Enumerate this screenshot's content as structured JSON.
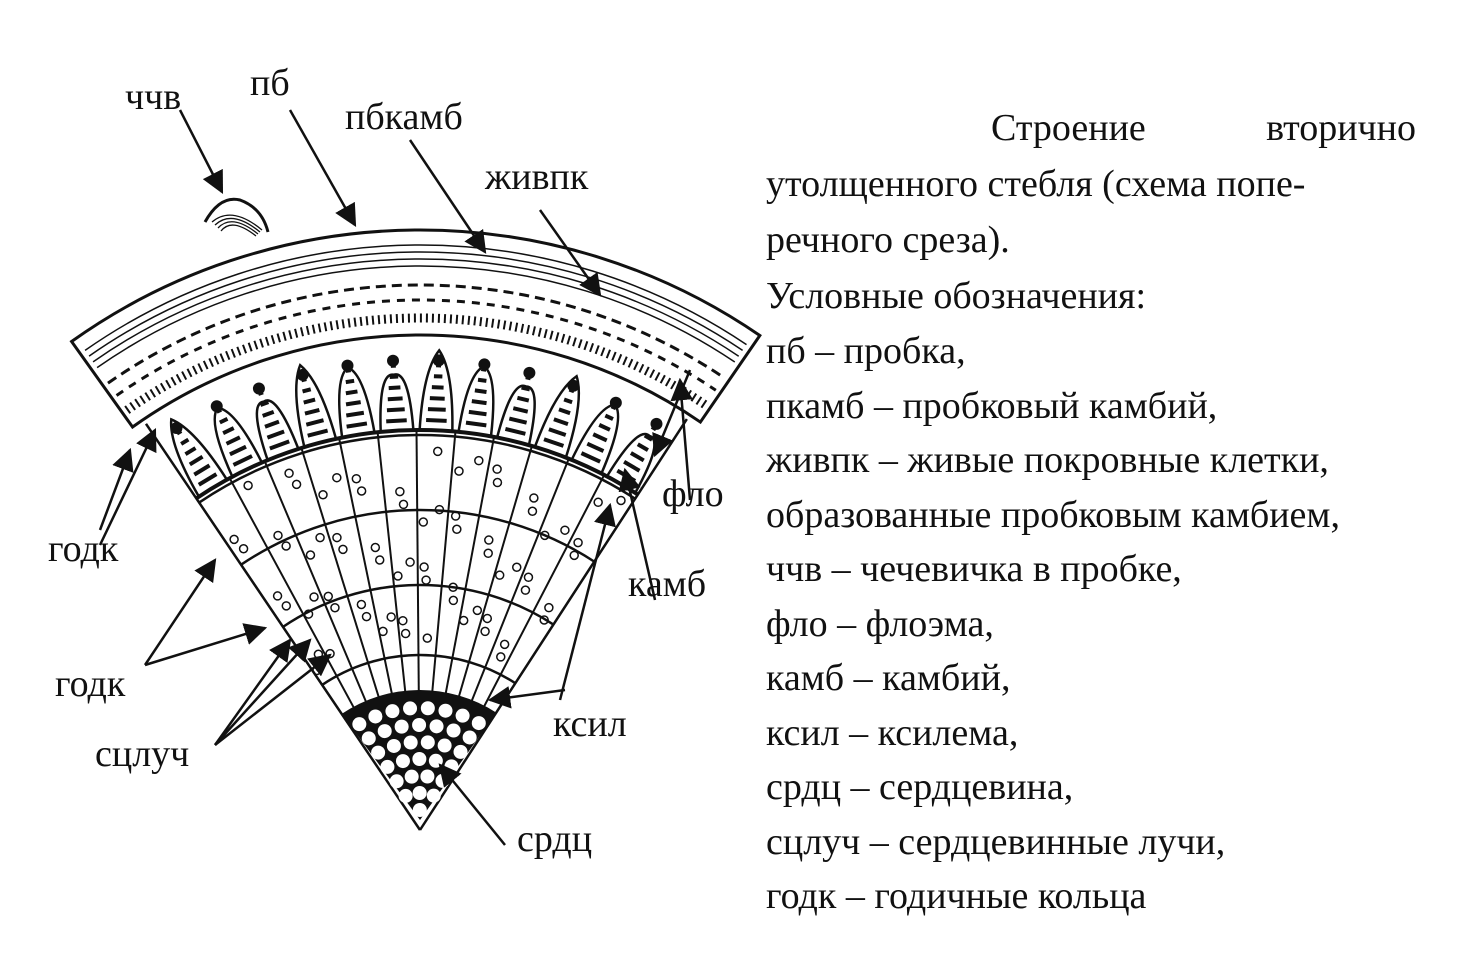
{
  "caption": {
    "title_line1": "Строение вторично утолщенного стебля (схема попе-",
    "title_line2": "речного среза).",
    "legend_heading": "Условные обозначения:",
    "legend_items": [
      "пб – пробка,",
      "пкамб – пробковый камбий,",
      "живпк – живые покровные клетки,",
      "образованные пробковым камбием,",
      "ччв – чечевичка в пробке,",
      "фло – флоэма,",
      "камб – камбий,",
      "ксил – ксилема,",
      "срдц – сердцевина,",
      "сцлуч – сердцевинные лучи,",
      "годк – годичные кольца"
    ]
  },
  "labels": {
    "lenticel": "ччв",
    "cork": "пб",
    "cork_cambium": "пбкамб",
    "living_cover_cells": "живпк",
    "phloem": "фло",
    "cambium": "камб",
    "xylem": "ксил",
    "pith": "срдц",
    "annual_rings_1": "годк",
    "annual_rings_2": "годк",
    "medullary_rays": "сцлуч"
  },
  "colors": {
    "ink": "#111111",
    "paper": "#ffffff"
  }
}
